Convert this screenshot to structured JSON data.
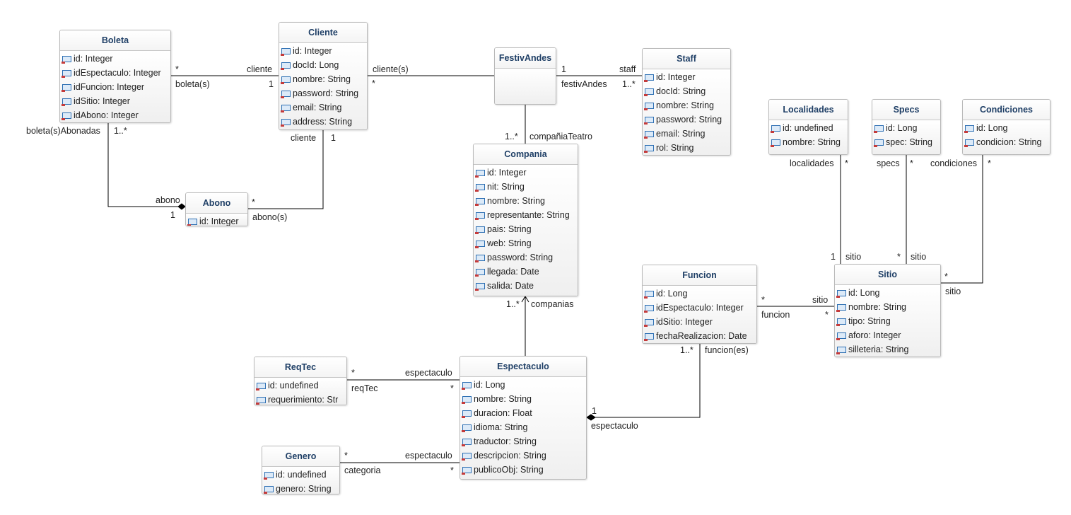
{
  "classes": {
    "boleta": {
      "name": "Boleta",
      "attrs": [
        "id: Integer",
        "idEspectaculo: Integer",
        "idFuncion: Integer",
        "idSitio: Integer",
        "idAbono: Integer"
      ]
    },
    "cliente": {
      "name": "Cliente",
      "attrs": [
        "id: Integer",
        "docId: Long",
        "nombre: String",
        "password: String",
        "email: String",
        "address: String"
      ]
    },
    "festivandes": {
      "name": "FestivAndes",
      "attrs": []
    },
    "staff": {
      "name": "Staff",
      "attrs": [
        "id: Integer",
        "docId: String",
        "nombre: String",
        "password: String",
        "email: String",
        "rol: String"
      ]
    },
    "abono": {
      "name": "Abono",
      "attrs": [
        "id: Integer"
      ]
    },
    "compania": {
      "name": "Compania",
      "attrs": [
        "id: Integer",
        "nit: String",
        "nombre: String",
        "representante: String",
        "pais: String",
        "web: String",
        "password: String",
        "llegada: Date",
        "salida: Date"
      ]
    },
    "localidades": {
      "name": "Localidades",
      "attrs": [
        "id: undefined",
        "nombre: String"
      ]
    },
    "specs": {
      "name": "Specs",
      "attrs": [
        "id: Long",
        "spec: String"
      ]
    },
    "condiciones": {
      "name": "Condiciones",
      "attrs": [
        "id: Long",
        "condicion: String"
      ]
    },
    "funcion": {
      "name": "Funcion",
      "attrs": [
        "id: Long",
        "idEspectaculo: Integer",
        "idSitio: Integer",
        "fechaRealizacion: Date"
      ]
    },
    "sitio": {
      "name": "Sitio",
      "attrs": [
        "id: Long",
        "nombre: String",
        "tipo: String",
        "aforo: Integer",
        "silleteria: String"
      ]
    },
    "reqtec": {
      "name": "ReqTec",
      "attrs": [
        "id: undefined",
        "requerimiento: Str"
      ]
    },
    "espectaculo": {
      "name": "Espectaculo",
      "attrs": [
        "id: Long",
        "nombre: String",
        "duracion: Float",
        "idioma: String",
        "traductor: String",
        "descripcion: String",
        "publicoObj: String"
      ]
    },
    "genero": {
      "name": "Genero",
      "attrs": [
        "id: undefined",
        "genero: String"
      ]
    }
  },
  "labels": {
    "boleta_cliente_mult_boleta": "*",
    "boleta_cliente_role_cliente": "cliente",
    "boleta_cliente_role_boleta": "boleta(s)",
    "boleta_cliente_mult_cliente": "1",
    "cliente_festiv_role": "cliente(s)",
    "cliente_festiv_mult": "*",
    "festiv_staff_mult_festiv": "1",
    "festiv_staff_role_staff": "staff",
    "festiv_staff_role_festiv": "festivAndes",
    "festiv_staff_mult_staff": "1..*",
    "boleta_abono_role": "boleta(s)Abonadas",
    "boleta_abono_mult": "1..*",
    "cliente_abono_role": "cliente",
    "cliente_abono_mult": "1",
    "abono_role": "abono",
    "abono_mult_1": "1",
    "abono_mult_star": "*",
    "abono_role_s": "abono(s)",
    "festiv_compania_mult": "1..*",
    "festiv_compania_role": "compañiaTeatro",
    "loc_role": "localidades",
    "loc_mult": "*",
    "specs_role": "specs",
    "specs_mult": "*",
    "cond_role": "condiciones",
    "cond_mult": "*",
    "sitio_loc_mult": "1",
    "sitio_loc_role": "sitio",
    "sitio_specs_mult": "*",
    "sitio_specs_role": "sitio",
    "sitio_cond_mult": "*",
    "sitio_cond_role": "sitio",
    "compania_esp_mult": "1..*",
    "compania_esp_role": "companias",
    "funcion_sitio_mult_f": "*",
    "funcion_sitio_role_sitio": "sitio",
    "funcion_sitio_role_funcion": "funcion",
    "funcion_sitio_mult_s": "*",
    "funcion_esp_mult": "1..*",
    "funcion_esp_role": "funcion(es)",
    "reqtec_esp_mult_r": "*",
    "reqtec_esp_role_esp": "espectaculo",
    "reqtec_esp_role_req": "reqTec",
    "reqtec_esp_mult_e": "*",
    "esp_funcion_mult": "1",
    "esp_funcion_role": "espectaculo",
    "genero_esp_mult_g": "*",
    "genero_esp_role_esp": "espectaculo",
    "genero_esp_role_cat": "categoria",
    "genero_esp_mult_e": "*"
  },
  "colors": {
    "class_title": "#1f3f66",
    "border": "#b9b9b9",
    "line": "#000000"
  }
}
